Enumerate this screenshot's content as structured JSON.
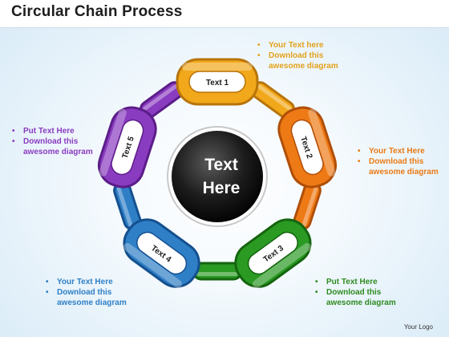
{
  "title": "Circular Chain Process",
  "center": {
    "line1": "Text",
    "line2": "Here"
  },
  "links": [
    {
      "label": "Text 1",
      "color": "#f2a81b",
      "dark": "#b8740a"
    },
    {
      "label": "Text 2",
      "color": "#ee7a16",
      "dark": "#b04e07"
    },
    {
      "label": "Text 3",
      "color": "#2a9a23",
      "dark": "#15650f"
    },
    {
      "label": "Text 4",
      "color": "#2f7fc6",
      "dark": "#14508f"
    },
    {
      "label": "Text 5",
      "color": "#8a3cc0",
      "dark": "#5b1c88"
    }
  ],
  "notes": [
    {
      "color": "#e3a21a",
      "items": [
        "Your Text  here",
        "Download this awesome diagram"
      ]
    },
    {
      "color": "#ea7a14",
      "items": [
        "Your Text Here",
        "Download this awesome diagram"
      ]
    },
    {
      "color": "#2e8b21",
      "items": [
        "Put Text Here",
        "Download this awesome diagram"
      ]
    },
    {
      "color": "#2f7fc6",
      "items": [
        "Your Text Here",
        "Download this awesome diagram"
      ]
    },
    {
      "color": "#8a3cc0",
      "items": [
        "Put Text Here",
        "Download this awesome diagram"
      ]
    }
  ],
  "logo": "Your Logo"
}
